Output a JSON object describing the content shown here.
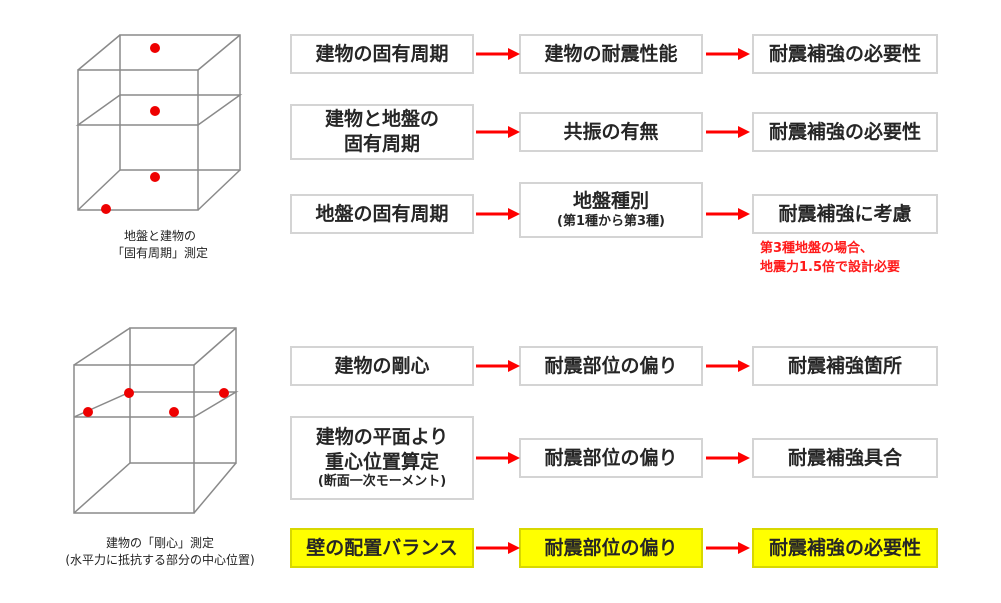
{
  "section1": {
    "caption": [
      "地盤と建物の",
      "「固有周期」測定"
    ],
    "rows": [
      [
        "建物の固有周期",
        "建物の耐震性能",
        "耐震補強の必要性"
      ],
      [
        "建物と地盤の\n固有周期",
        "共振の有無",
        "耐震補強の必要性"
      ],
      [
        "地盤の固有周期",
        "地盤種別\n(第1種から第3種)",
        "耐震補強に考慮"
      ]
    ],
    "note": [
      "第3種地盤の場合、",
      "地震力1.5倍で設計必要"
    ]
  },
  "section2": {
    "caption": [
      "建物の「剛心」測定",
      "(水平力に抵抗する部分の中心位置)"
    ],
    "rows": [
      [
        "建物の剛心",
        "耐震部位の偏り",
        "耐震補強箇所"
      ],
      [
        "建物の平面より\n重心位置算定\n(断面一次モーメント)",
        "耐震部位の偏り",
        "耐震補強具合"
      ],
      [
        "壁の配置バランス",
        "耐震部位の偏り",
        "耐震補強の必要性"
      ]
    ]
  },
  "colors": {
    "arrow": "#ff0000",
    "highlight": "#ffff00",
    "note": "#ff1a1a",
    "dot": "#ee0000"
  }
}
